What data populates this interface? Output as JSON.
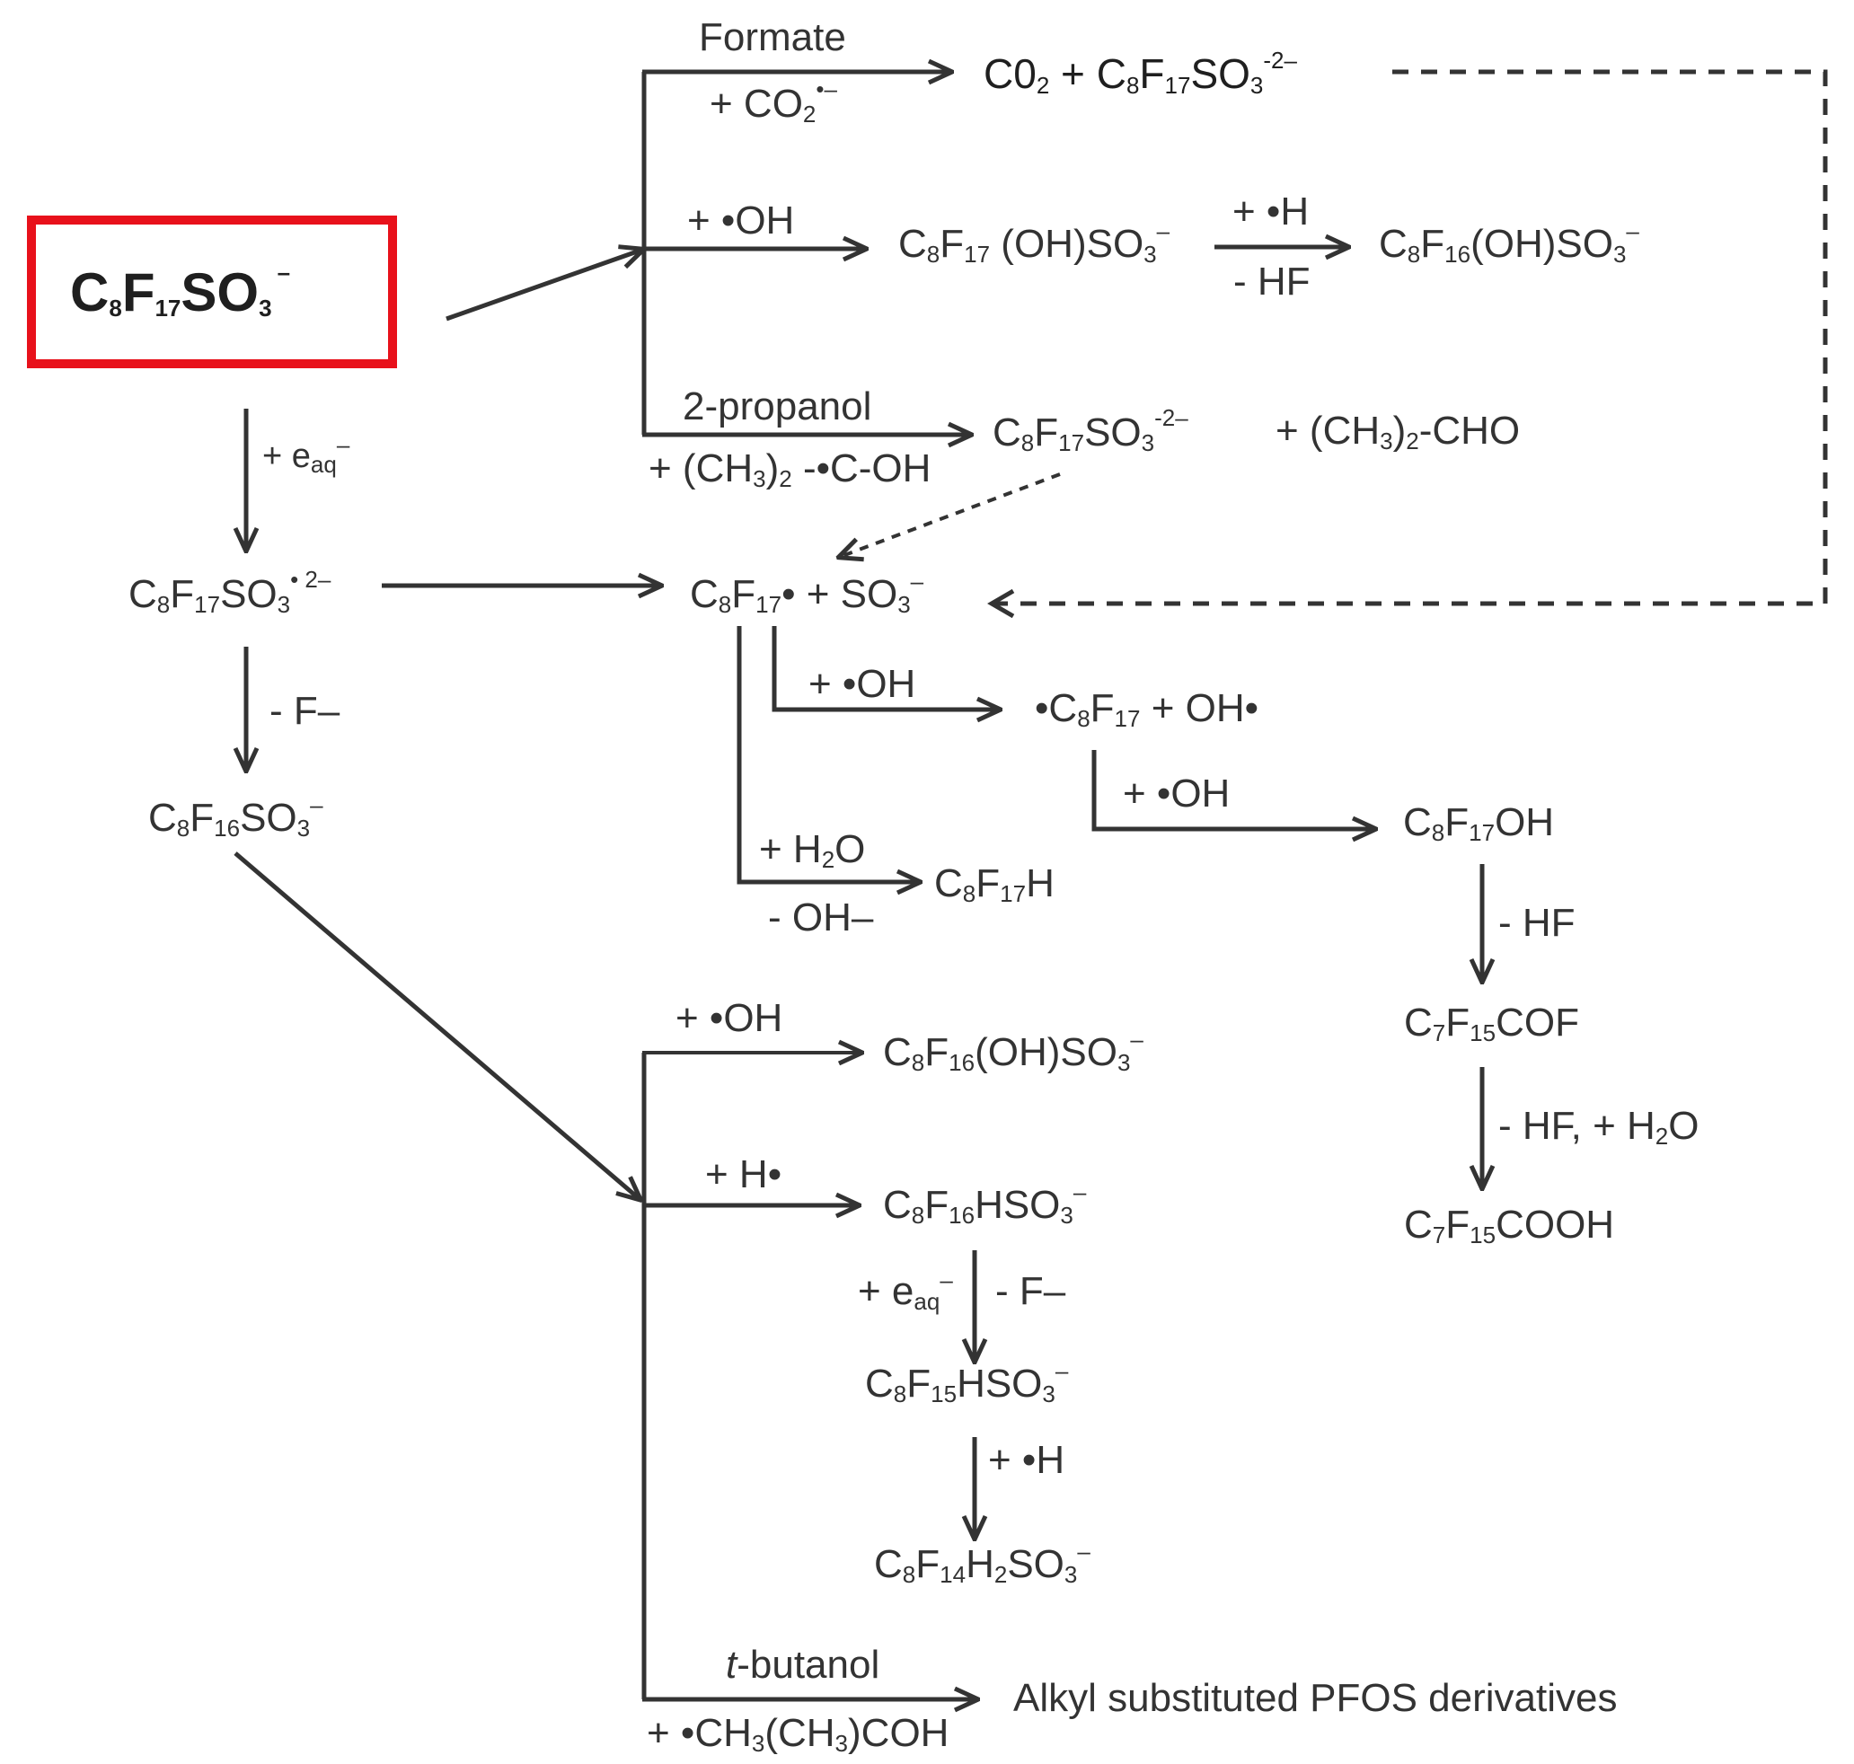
{
  "compounds": {
    "pfos": {
      "base": "C",
      "s1": "8",
      "m1": "F",
      "s2": "17",
      "m2": "SO",
      "s3": "3",
      "sup": "–"
    },
    "co2_product": {
      "base": "C0",
      "s1": "2",
      "m1": " + C",
      "s2": "8",
      "m2": "F",
      "s3": "17",
      "m3": "SO",
      "s4": "3",
      "sup": "-2–"
    },
    "hydroxy_pfos": {
      "base": "C",
      "s1": "8",
      "m1": "F",
      "s2": "17",
      "m2": " (OH)SO",
      "s3": "3",
      "sup": "–"
    },
    "hydroxy_c8f16": {
      "base": "C",
      "s1": "8",
      "m1": "F",
      "s2": "16",
      "m2": "(OH)SO",
      "s3": "3",
      "sup": "–"
    },
    "pfos_dianion_top": {
      "base": "C",
      "s1": "8",
      "m1": "F",
      "s2": "17",
      "m2": "SO",
      "s3": "3",
      "sup": "-2–"
    },
    "acetone": {
      "text": "+ (CH",
      "s1": "3",
      "m1": ")",
      "s2": "2",
      "m2": "-CHO"
    },
    "pfos_dianion": {
      "base": "C",
      "s1": "8",
      "m1": "F",
      "s2": "17",
      "m2": "SO",
      "s3": "3",
      "sup": "• 2–"
    },
    "radical_split": {
      "base": "C",
      "s1": "8",
      "m1": "F",
      "s2": "17",
      "m2": "• + SO",
      "s3": "3",
      "sup": "–"
    },
    "c8f16so3": {
      "base": "C",
      "s1": "8",
      "m1": "F",
      "s2": "16",
      "m2": "SO",
      "s3": "3",
      "sup": "–"
    },
    "c8f17_oh": {
      "base": "•C",
      "s1": "8",
      "m1": "F",
      "s2": "17",
      "m2": " + OH•"
    },
    "c8f17oh": {
      "base": "C",
      "s1": "8",
      "m1": "F",
      "s2": "17",
      "m2": "OH"
    },
    "c8f17h": {
      "base": "C",
      "s1": "8",
      "m1": "F",
      "s2": "17",
      "m2": "H"
    },
    "c7f15cof": {
      "base": "C",
      "s1": "7",
      "m1": "F",
      "s2": "15",
      "m2": "COF"
    },
    "c7f15cooh": {
      "base": "C",
      "s1": "7",
      "m1": "F",
      "s2": "15",
      "m2": "COOH"
    },
    "c8f16_oh_so3": {
      "base": "C",
      "s1": "8",
      "m1": "F",
      "s2": "16",
      "m2": "(OH)SO",
      "s3": "3",
      "sup": "–"
    },
    "c8f16hso3": {
      "base": "C",
      "s1": "8",
      "m1": "F",
      "s2": "16",
      "m2": "HSO",
      "s3": "3",
      "sup": "–"
    },
    "c8f15hso3": {
      "base": "C",
      "s1": "8",
      "m1": "F",
      "s2": "15",
      "m2": "HSO",
      "s3": "3",
      "sup": "–"
    },
    "c8f14h2so3": {
      "base": "C",
      "s1": "8",
      "m1": "F",
      "s2": "14",
      "m2": "H",
      "s3": "2",
      "m3": "SO",
      "s4": "3",
      "sup": "–"
    },
    "alkyl": {
      "text": "Alkyl substituted PFOS derivatives"
    }
  },
  "labels": {
    "formate": "Formate",
    "co2_radical": {
      "text": "+ CO",
      "s1": "2",
      "sup": "•–"
    },
    "oh_radical_1": "+ •OH",
    "h_radical_1": "+ •H",
    "minus_hf_1": "- HF",
    "propanol": "2-propanol",
    "propanol_radical": {
      "text": "+ (CH",
      "s1": "3",
      "m1": ")",
      "s2": "2",
      "m2": " -•C-OH"
    },
    "eaq_1": {
      "text": "+ e",
      "s1": "aq",
      "sup": "–"
    },
    "minus_f_1": "- F–",
    "oh_radical_2": "+ •OH",
    "oh_radical_3": "+ •OH",
    "plus_h2o": {
      "text": "+ H",
      "s1": "2",
      "m1": "O"
    },
    "minus_oh": "- OH–",
    "minus_hf_2": "- HF",
    "hf_h2o": {
      "text": "- HF, + H",
      "s1": "2",
      "m1": "O"
    },
    "oh_radical_4": "+ •OH",
    "h_radical_2": "+ H•",
    "eaq_2": {
      "text": "+ e",
      "s1": "aq",
      "sup": "–"
    },
    "minus_f_2": "- F–",
    "h_radical_3": "+ •H",
    "butanol_italic": "t",
    "butanol_rest": "-butanol",
    "butanol_radical": {
      "text": "+ •CH",
      "s1": "3",
      "m1": "(CH",
      "s2": "3",
      "m2": ")COH"
    }
  },
  "colors": {
    "highlight_box": "#e8111b",
    "ink": "#333333"
  }
}
